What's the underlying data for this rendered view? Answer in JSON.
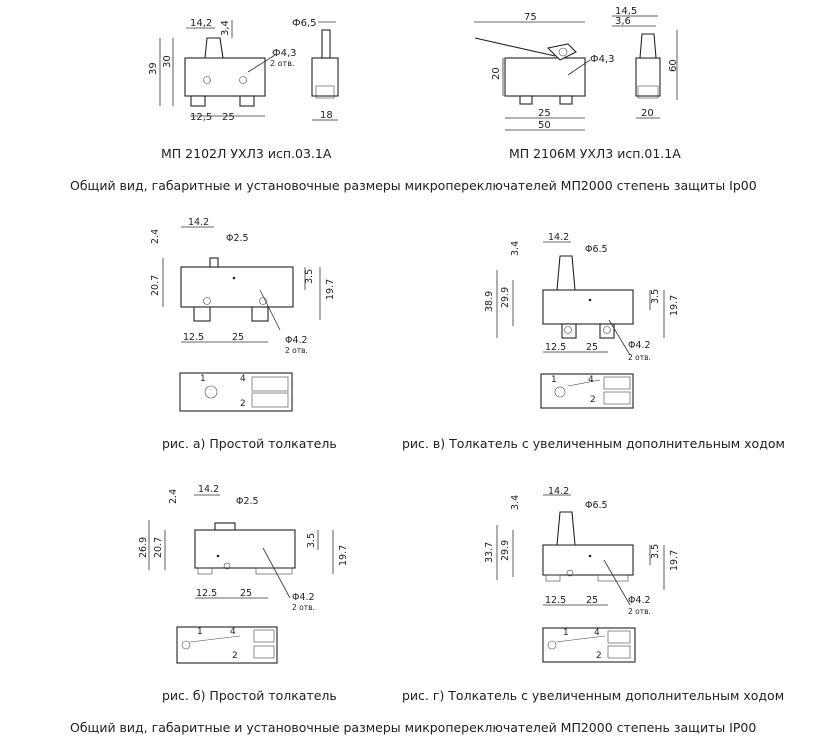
{
  "top": {
    "left_caption": "МП 2102Л УХЛ3 исп.03.1А",
    "right_caption": "МП 2106М УХЛ3 исп.01.1А",
    "general_caption": "Общий вид, габаритные и установочные размеры микропереключателей МП2000 степень защиты Ip00",
    "left_dims": {
      "w1": "14,2",
      "h1": "3,4",
      "d1": "Ф6,5",
      "d2": "Ф4,3",
      "holes": "2 отв.",
      "h39": "39",
      "h30": "30",
      "x1": "12,5",
      "x2": "25",
      "side": "18"
    },
    "right_dims": {
      "l75": "75",
      "h20": "20",
      "d1": "Ф4,3",
      "x25": "25",
      "x50": "50",
      "s1": "14,5",
      "s2": "3,6",
      "h60": "60",
      "side": "20"
    }
  },
  "fig_a": {
    "caption": "рис. а) Простой толкатель",
    "dims": {
      "w": "14.2",
      "h": "2.4",
      "d": "Φ2.5",
      "hl": "20.7",
      "hr": "19.7",
      "hr2": "3.5",
      "x1": "12.5",
      "x2": "25",
      "hole": "Φ4.2",
      "holes": "2 отв."
    },
    "terminals": {
      "t1": "1",
      "t4": "4",
      "t2": "2"
    }
  },
  "fig_v": {
    "caption": "рис. в) Толкатель с увеличенным дополнительным ходом",
    "dims": {
      "w": "14.2",
      "h": "3.4",
      "d": "Φ6.5",
      "hl1": "38.9",
      "hl2": "29.9",
      "hr": "19.7",
      "hr2": "3.5",
      "x1": "12.5",
      "x2": "25",
      "hole": "Φ4.2",
      "holes": "2 отв."
    },
    "terminals": {
      "t1": "1",
      "t4": "4",
      "t2": "2"
    }
  },
  "fig_b": {
    "caption": "рис. б) Простой толкатель",
    "dims": {
      "w": "14.2",
      "h": "2.4",
      "d": "Φ2.5",
      "hl1": "26.9",
      "hl2": "20.7",
      "hr": "19.7",
      "hr2": "3.5",
      "x1": "12.5",
      "x2": "25",
      "hole": "Φ4.2",
      "holes": "2 отв."
    },
    "terminals": {
      "t1": "1",
      "t4": "4",
      "t2": "2"
    }
  },
  "fig_g": {
    "caption": "рис. г) Толкатель с увеличенным дополнительным ходом",
    "dims": {
      "w": "14.2",
      "h": "3.4",
      "d": "Φ6.5",
      "hl1": "33.7",
      "hl2": "29.9",
      "hr": "19.7",
      "hr2": "3.5",
      "x1": "12.5",
      "x2": "25",
      "hole": "Φ4.2",
      "holes": "2 отв."
    },
    "terminals": {
      "t1": "1",
      "t4": "4",
      "t2": "2"
    }
  },
  "bottom_caption": "Общий вид, габаритные и установочные размеры микропереключателей МП2000 степень защиты IP00"
}
